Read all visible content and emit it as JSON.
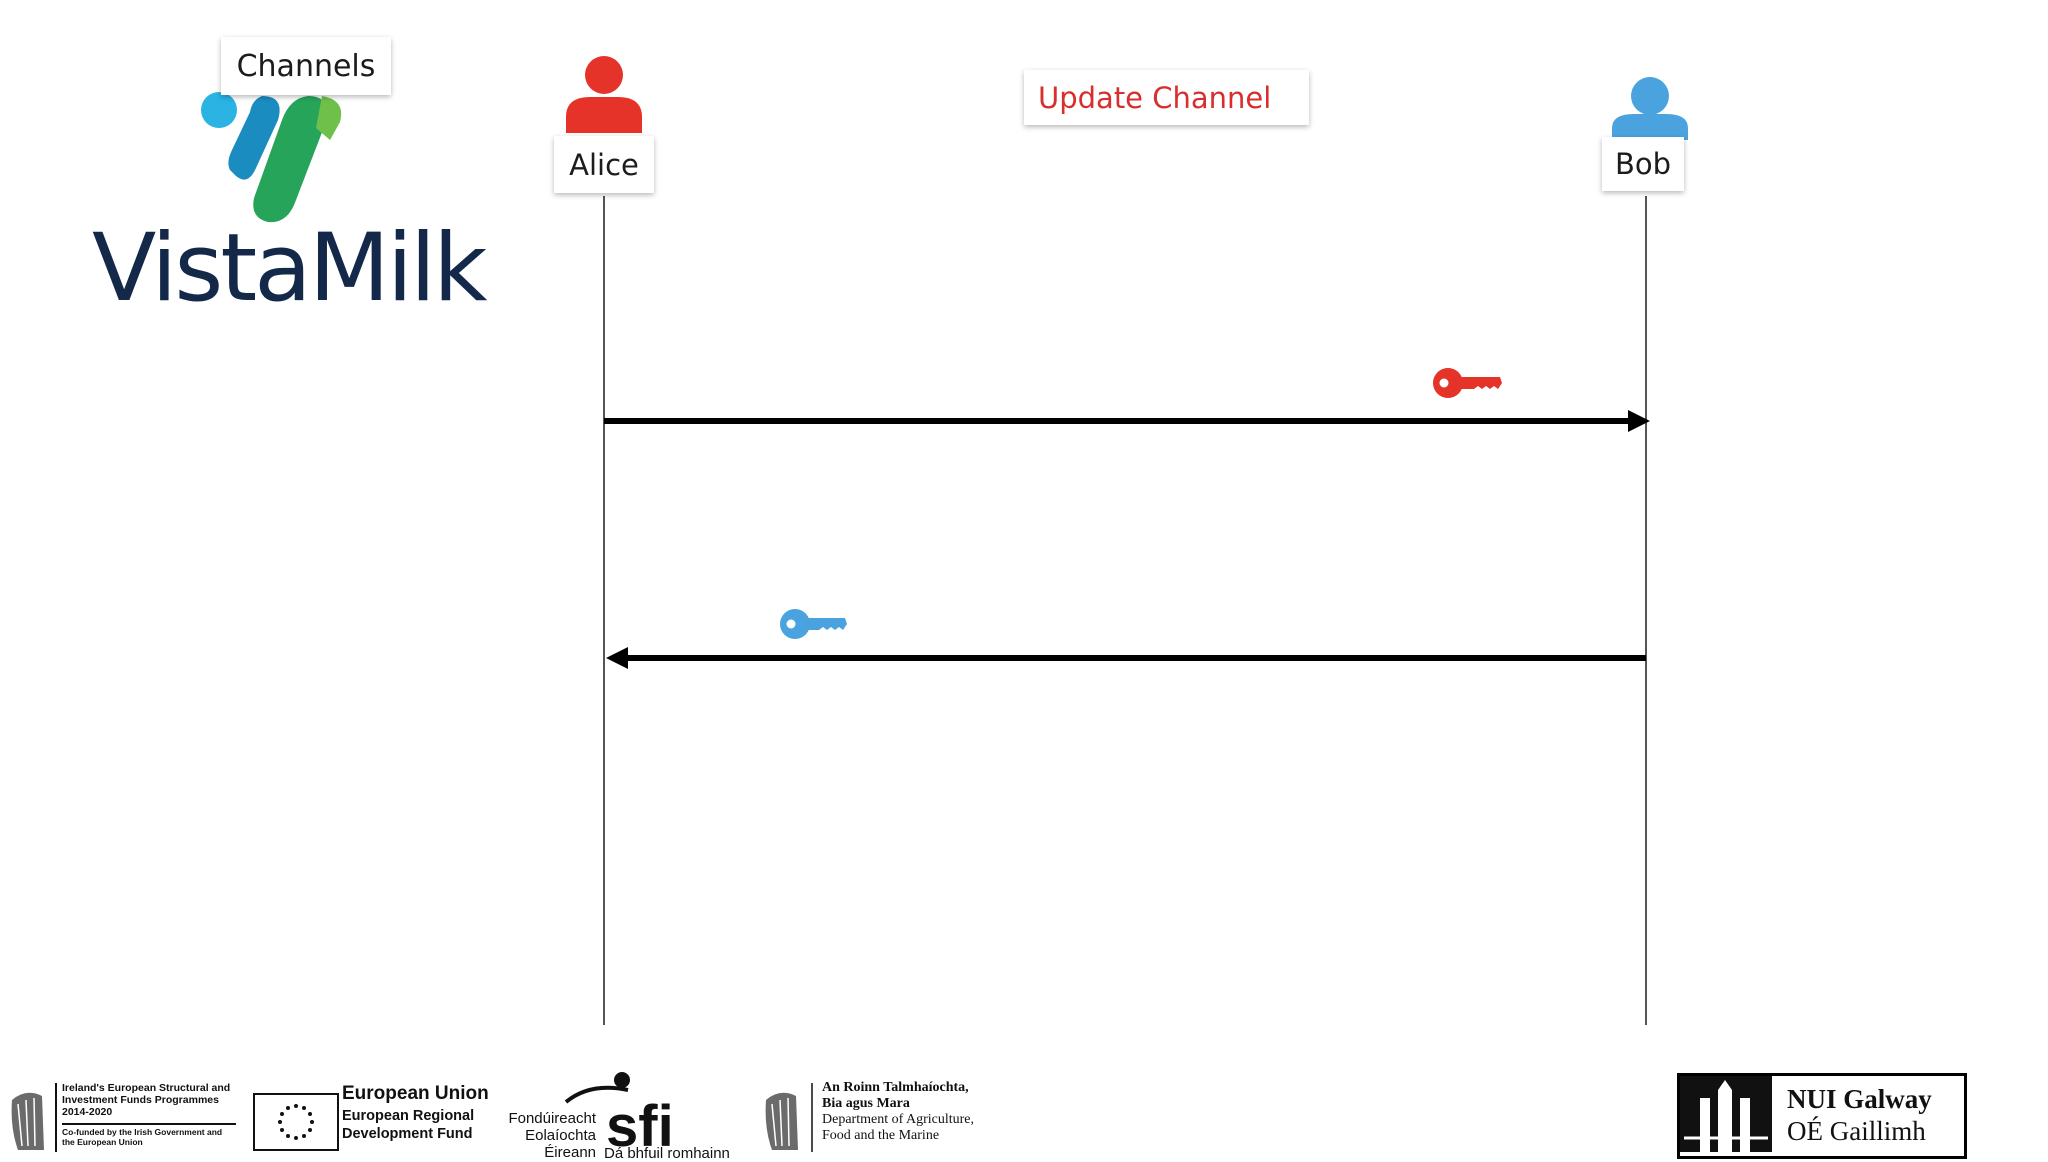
{
  "slide": {
    "section_label": "Channels",
    "step_label": "Update Channel"
  },
  "brand": {
    "name": "VistaMilk",
    "text_color": "#14284a",
    "logo_colors": [
      "#2bb3e3",
      "#1a8cc0",
      "#26a55a",
      "#6fc04a"
    ]
  },
  "participants": [
    {
      "name": "Alice",
      "color": "#e5332a",
      "icon": "person-icon"
    },
    {
      "name": "Bob",
      "color": "#4aa3df",
      "icon": "person-icon"
    }
  ],
  "messages": [
    {
      "from": "Alice",
      "to": "Bob",
      "icon": "key-icon",
      "key_color": "#e5332a"
    },
    {
      "from": "Bob",
      "to": "Alice",
      "icon": "key-icon",
      "key_color": "#4aa3df"
    }
  ],
  "footer": {
    "esif": {
      "title": "Ireland's European Structural and Investment Funds Programmes 2014-2020",
      "subtitle": "Co-funded by the Irish Government and the European Union"
    },
    "eu": {
      "title": "European Union",
      "line1": "European Regional",
      "line2": "Development Fund"
    },
    "sfi": {
      "line1": "Fondúireacht",
      "line2": "Eolaíochta",
      "line3": "Éireann",
      "motto": "Dá bhfuil romhainn",
      "logo_text": "sfi"
    },
    "dept": {
      "line1": "An Roinn Talmhaíochta,",
      "line2": "Bia agus Mara",
      "line3": "Department of Agriculture,",
      "line4": "Food and the Marine"
    },
    "nui": {
      "name": "NUI Galway",
      "irish": "OÉ Gaillimh"
    }
  }
}
